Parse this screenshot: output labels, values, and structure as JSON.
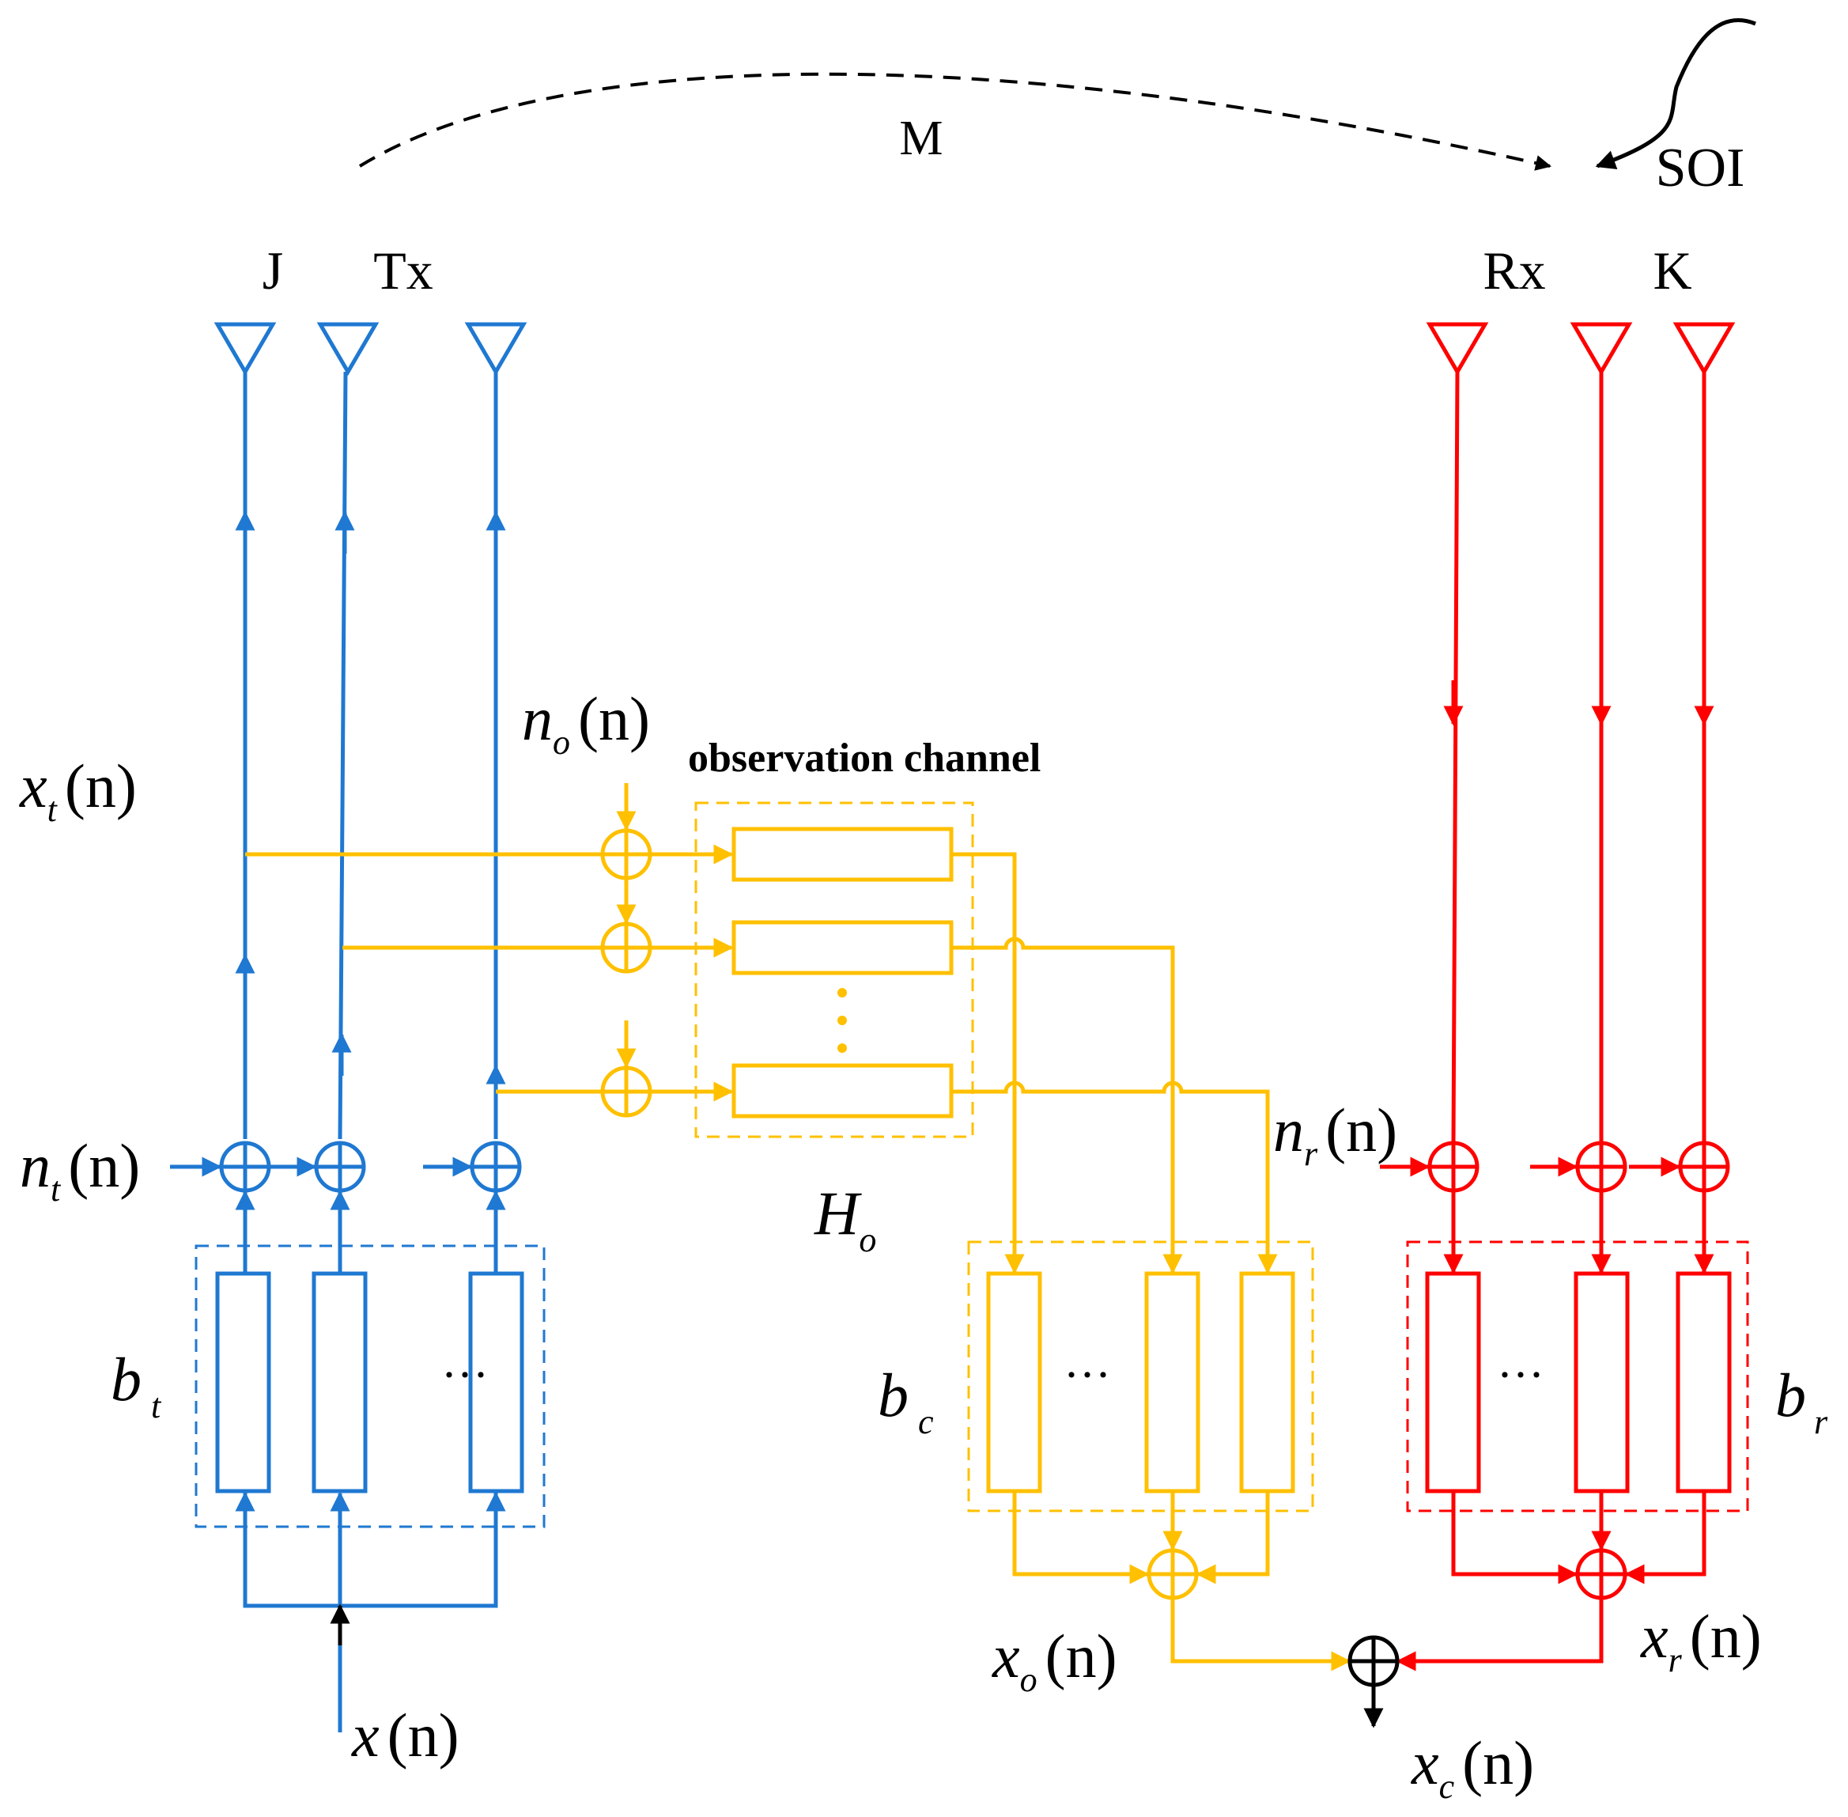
{
  "colors": {
    "transmit": "#1f78d1",
    "observation": "#ffc000",
    "receive": "#ff0000",
    "combiner": "#000000"
  },
  "labels": {
    "m": "M",
    "soi": "SOI",
    "j": "J",
    "tx": "Tx",
    "rx": "Rx",
    "k": "K",
    "observation_channel": "observation channel",
    "ellipsis": "···"
  },
  "symbols": {
    "xt": {
      "base": "x",
      "sub": "t",
      "arg": "(n)"
    },
    "nt": {
      "base": "n",
      "sub": "t",
      "arg": "(n)"
    },
    "no": {
      "base": "n",
      "sub": "o",
      "arg": "(n)"
    },
    "nr": {
      "base": "n",
      "sub": "r",
      "arg": "(n)"
    },
    "ho": {
      "base": "H",
      "sub": "o"
    },
    "bt": {
      "base": "b",
      "sub": "t"
    },
    "bc": {
      "base": "b",
      "sub": "c"
    },
    "br": {
      "base": "b",
      "sub": "r"
    },
    "xo": {
      "base": "x",
      "sub": "o",
      "arg": "(n)"
    },
    "xr": {
      "base": "x",
      "sub": "r",
      "arg": "(n)"
    },
    "xc": {
      "base": "x",
      "sub": "c",
      "arg": "(n)"
    },
    "x": {
      "base": "x",
      "arg": "(n)"
    }
  }
}
